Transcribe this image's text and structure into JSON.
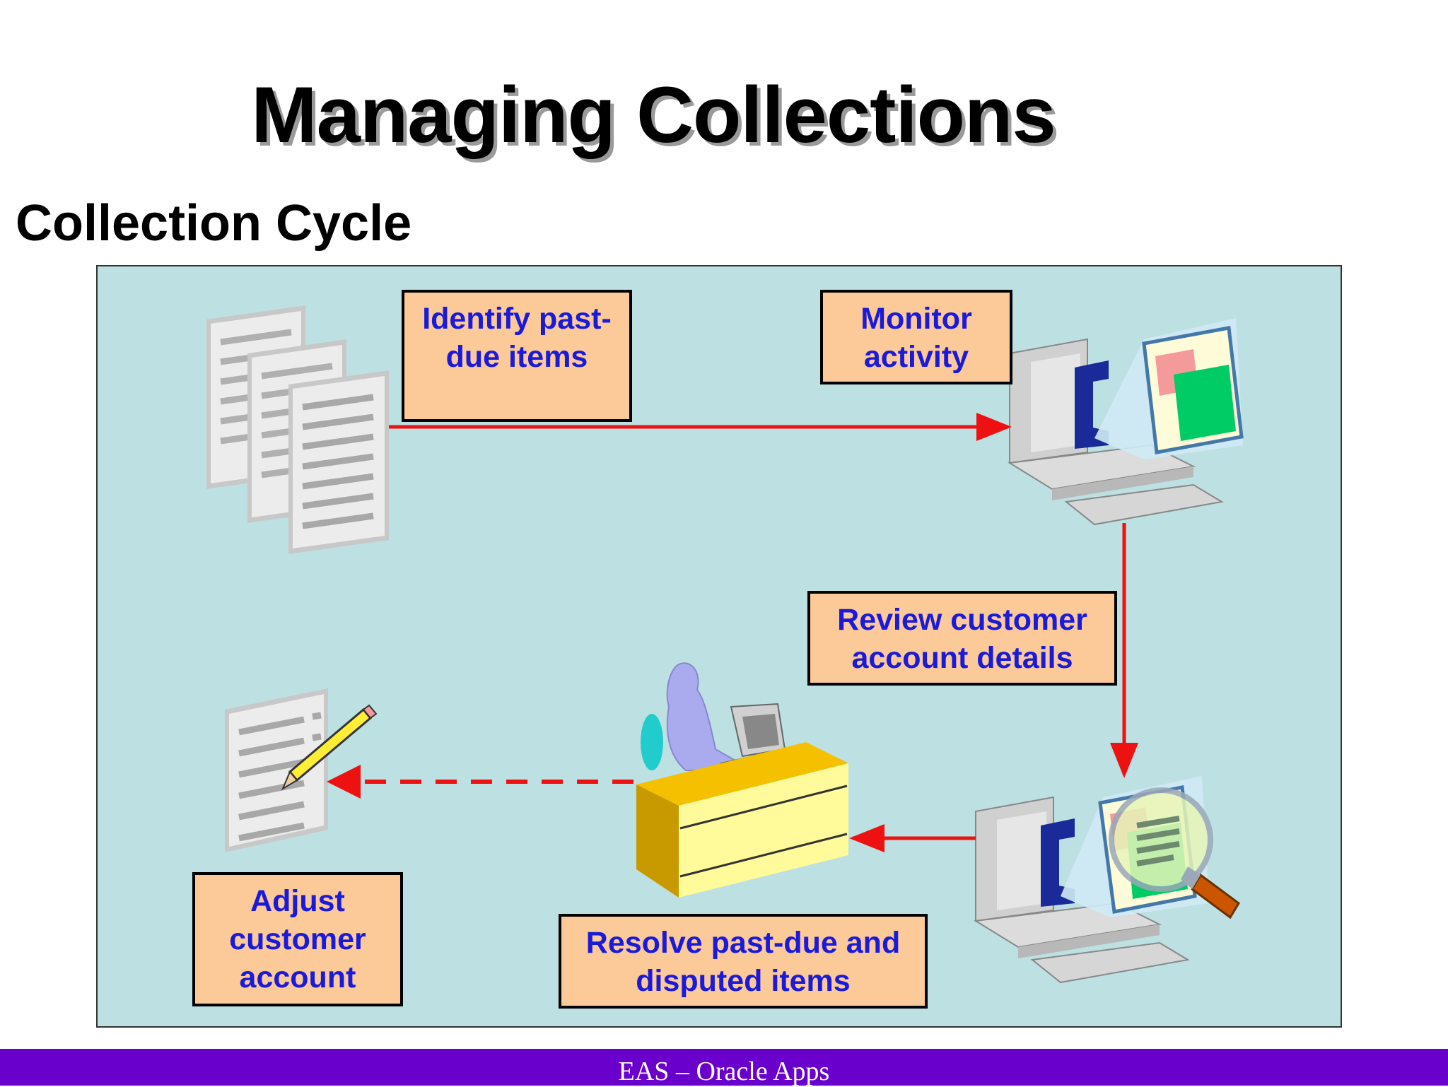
{
  "slide": {
    "title": "Managing Collections",
    "subtitle": "Collection Cycle"
  },
  "steps": {
    "identify": "Identify past-\ndue items",
    "monitor": "Monitor\nactivity",
    "review": "Review customer\naccount details",
    "resolve": "Resolve past-due and\ndisputed items",
    "adjust": "Adjust\ncustomer\naccount"
  },
  "icons": {
    "documents": "document-stack-icon",
    "monitor_computer": "computer-monitor-icon",
    "review_computer": "computer-magnifier-icon",
    "desk_worker": "person-at-desk-icon",
    "edit_document": "document-pencil-icon"
  },
  "colors": {
    "panel_bg": "#bde0e3",
    "box_fill": "#fcc999",
    "box_text": "#1a1adb",
    "arrow": "#ee1111",
    "footer_bg": "#6a00cc"
  },
  "footer": {
    "text": "EAS – Oracle Apps"
  }
}
